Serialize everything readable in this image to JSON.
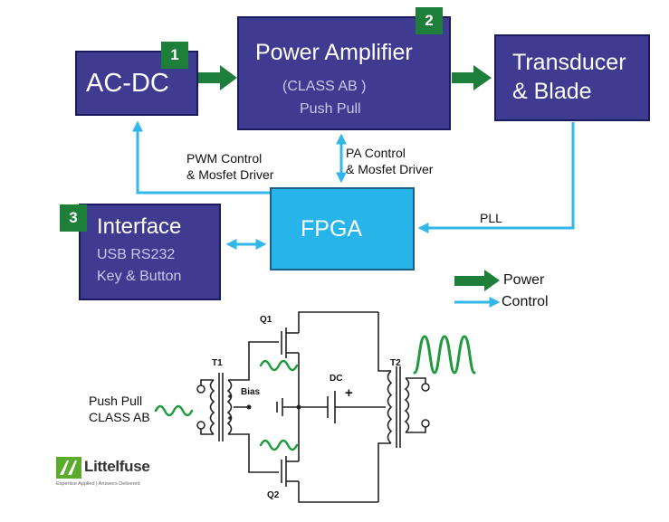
{
  "blocks": {
    "acdc": {
      "title": "AC-DC",
      "badge": "1"
    },
    "pa": {
      "title": "Power  Amplifier",
      "line2": "(CLASS AB )",
      "line3": "Push Pull",
      "badge": "2"
    },
    "transducer": {
      "line1": "Transducer",
      "line2": "& Blade"
    },
    "interface": {
      "title": "Interface",
      "line2": "USB RS232",
      "line3": "Key & Button",
      "badge": "3"
    },
    "fpga": {
      "title": "FPGA"
    }
  },
  "labels": {
    "pwm_1": "PWM Control",
    "pwm_2": "& Mosfet Driver",
    "pa_ctrl_1": "PA Control",
    "pa_ctrl_2": "& Mosfet Driver",
    "pll": "PLL"
  },
  "legend": {
    "power": "Power",
    "control": "Control",
    "power_color": "#1e7f3a",
    "control_color": "#33b6e8"
  },
  "circuit": {
    "q1": "Q1",
    "q2": "Q2",
    "t1": "T1",
    "t2": "T2",
    "bias": "Bias",
    "dc": "DC",
    "plus": "+",
    "input_1": "Push Pull",
    "input_2": "CLASS AB"
  },
  "logo": {
    "name": "Littelfuse",
    "tagline": "Expertise Applied | Answers Delivered"
  }
}
